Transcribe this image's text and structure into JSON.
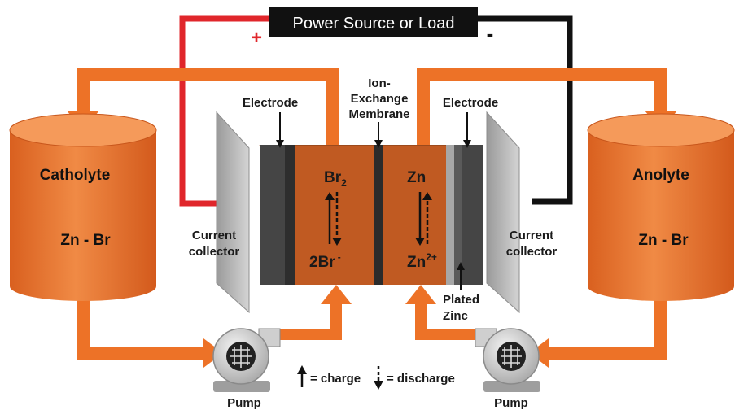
{
  "power_source": {
    "label": "Power Source or Load",
    "plus": "+",
    "minus": "-"
  },
  "tanks": {
    "catholyte": {
      "title": "Catholyte",
      "content": "Zn - Br"
    },
    "anolyte": {
      "title": "Anolyte",
      "content": "Zn - Br"
    }
  },
  "labels": {
    "electrode_left": "Electrode",
    "electrode_right": "Electrode",
    "membrane_l1": "Ion-",
    "membrane_l2": "Exchange",
    "membrane_l3": "Membrane",
    "collector_left_l1": "Current",
    "collector_left_l2": "collector",
    "collector_right_l1": "Current",
    "collector_right_l2": "collector",
    "plated_l1": "Plated",
    "plated_l2": "Zinc",
    "pump_left": "Pump",
    "pump_right": "Pump"
  },
  "chemistry": {
    "left_top": "Br",
    "left_top_sub": "2",
    "left_bottom": "2Br",
    "left_bottom_sup": "-",
    "right_top": "Zn",
    "right_bottom": "Zn",
    "right_bottom_sup": "2+"
  },
  "legend": {
    "charge": "= charge",
    "discharge": "= discharge"
  },
  "colors": {
    "electrolyte": "#c05a22",
    "tank": "#e8732e",
    "pipe": "#ed7227",
    "electrode": "#444444",
    "collector": "#bdbdbd",
    "wire_positive": "#e0262b",
    "wire_negative": "#111111",
    "power_box": "#111111"
  }
}
